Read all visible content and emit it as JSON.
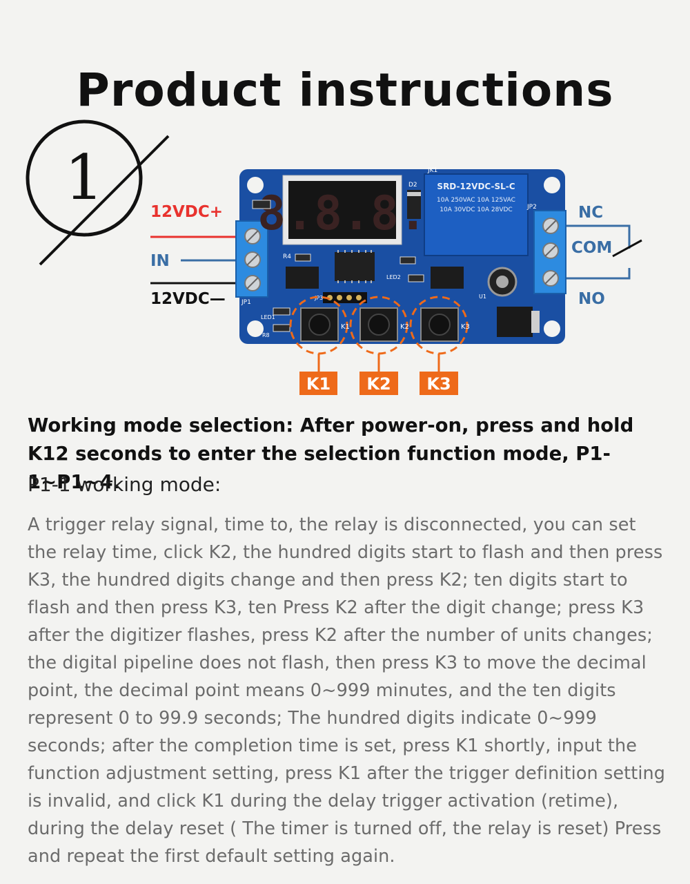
{
  "title": "Product  instructions",
  "step_number": "1",
  "left_labels": {
    "vcc": "12VDC+",
    "input": "IN",
    "gnd": "12VDC—"
  },
  "right_labels": {
    "nc": "NC",
    "com": "COM",
    "no": "NO"
  },
  "board": {
    "display_digits": "8.8.8.",
    "relay_lines": [
      "SRD-12VDC-SL-C",
      "10A 250VAC 10A 125VAC",
      "10A 30VDC 10A 28VDC"
    ],
    "silk": {
      "jk1": "JK1",
      "jp1": "JP1",
      "jp2": "JP2",
      "jp3": "JP3",
      "d2": "D2",
      "u1": "U1",
      "r4": "R4",
      "led1": "LED1",
      "led2": "LED2",
      "k1": "K1",
      "k2": "K2",
      "k3": "K3",
      "r8": "R8"
    }
  },
  "buttons": [
    {
      "label": "K1"
    },
    {
      "label": "K2"
    },
    {
      "label": "K3"
    }
  ],
  "colors": {
    "accent_orange": "#ee6a1a",
    "vcc_red": "#e8322e",
    "in_blue": "#3a6ea5",
    "pcb_blue": "#1a4fa3"
  },
  "heading": "Working mode selection: After power-on, press and hold K12 seconds to enter the selection function mode, P1-1~P1~4.",
  "subheading": "P1-1 working mode:",
  "body": "A trigger relay signal, time to, the relay is disconnected, you can set the relay time, click K2, the hundred digits start to flash and then press K3, the hundred digits change and then press K2; ten digits start to flash and then press K3, ten Press K2 after the digit change; press K3 after the digitizer flashes, press K2 after the number of units changes; the digital pipeline does not flash, then press K3 to move the decimal point, the decimal point means 0~999 minutes, and the ten digits represent 0 to 99.9 seconds; The hundred digits indicate 0~999 seconds; after the completion time is set, press K1 shortly, input the function adjustment setting, press K1 after the trigger definition setting is invalid, and click K1 during the delay trigger activation (retime), during the delay reset ( The timer is turned off, the relay is reset) Press and repeat the first default setting again."
}
